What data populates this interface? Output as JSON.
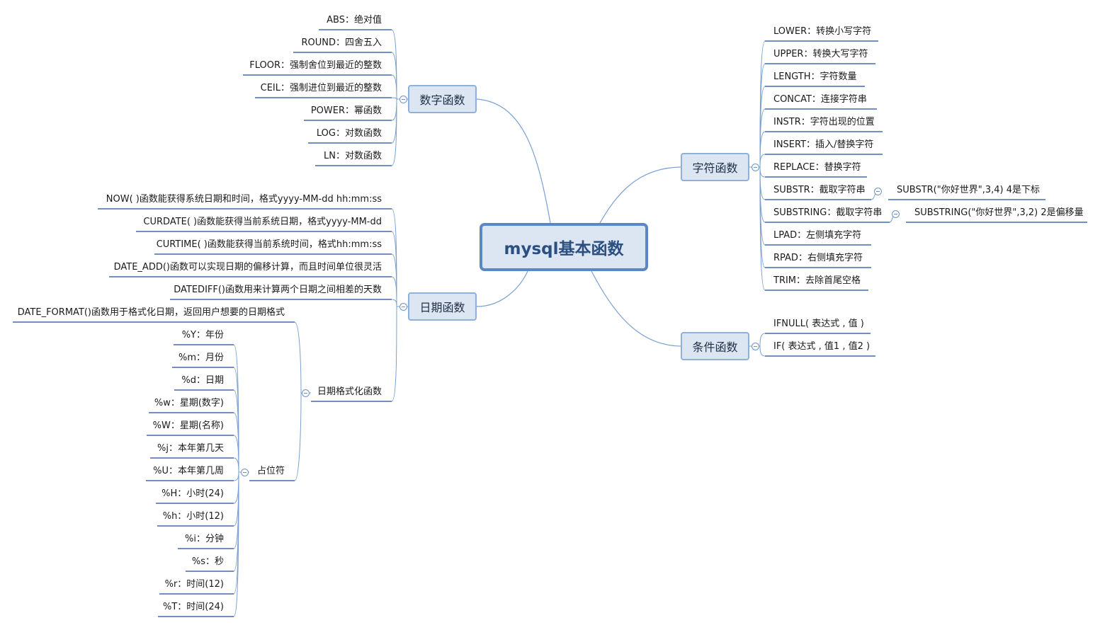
{
  "root": {
    "label": "mysql基本函数"
  },
  "branches": {
    "number": {
      "label": "数字函数",
      "items": [
        "ABS：绝对值",
        "ROUND：四舍五入",
        "FLOOR：强制舍位到最近的整数",
        "CEIL：强制进位到最近的整数",
        "POWER：幂函数",
        "LOG：对数函数",
        "LN：对数函数"
      ]
    },
    "date": {
      "label": "日期函数",
      "items": [
        "NOW( )函数能获得系统日期和时间，格式yyyy-MM-dd  hh:mm:ss",
        "CURDATE( )函数能获得当前系统日期，格式yyyy-MM-dd",
        "CURTIME( )函数能获得当前系统时间，格式hh:mm:ss",
        "DATE_ADD()函数可以实现日期的偏移计算，而且时间单位很灵活",
        "DATEDIFF()函数用来计算两个日期之间相差的天数"
      ],
      "format": {
        "label": "日期格式化函数",
        "description": "DATE_FORMAT()函数用于格式化日期，返回用户想要的日期格式",
        "placeholder": {
          "label": "占位符",
          "items": [
            "%Y：年份",
            "%m：月份",
            "%d：日期",
            "%w：星期(数字)",
            "%W：星期(名称)",
            "%j：本年第几天",
            "%U：本年第几周",
            "%H：小时(24)",
            "%h：小时(12)",
            "%i：分钟",
            "%s：秒",
            "%r：时间(12)",
            "%T：时间(24)"
          ]
        }
      }
    },
    "string": {
      "label": "字符函数",
      "items": [
        "LOWER：转换小写字符",
        "UPPER：转换大写字符",
        "LENGTH：字符数量",
        "CONCAT：连接字符串",
        "INSTR：字符出现的位置",
        "INSERT：插入/替换字符",
        "REPLACE：替换字符",
        "SUBSTR：截取字符串",
        "SUBSTRING：截取字符串",
        "LPAD：左侧填充字符",
        "RPAD：右侧填充字符",
        "TRIM：去除首尾空格"
      ],
      "substr_example": "SUBSTR(\"你好世界\",3,4)   4是下标",
      "substring_example": "SUBSTRING(\"你好世界\",3,2) 2是偏移量"
    },
    "condition": {
      "label": "条件函数",
      "items": [
        "IFNULL( 表达式 , 值 )",
        "IF( 表达式 , 值1 , 值2 )"
      ]
    }
  },
  "colors": {
    "line": "#7aa0d1",
    "root_border": "#5b87c4",
    "node_fill": "#dce6f2",
    "underline": "#3d6db0"
  }
}
